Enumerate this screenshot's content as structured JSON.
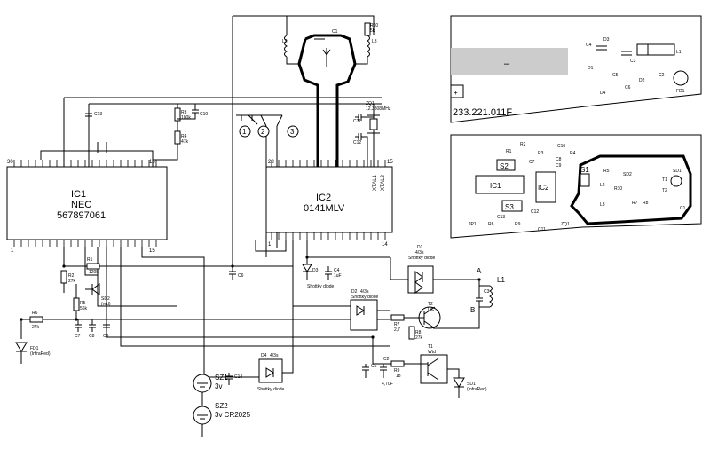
{
  "ic1": {
    "name": "IC1",
    "brand": "NEC",
    "part": "567897061",
    "pins": {
      "p30": "30",
      "p16": "16",
      "p1": "1",
      "p15": "15"
    }
  },
  "ic2": {
    "name": "IC2",
    "part": "0141MLV",
    "pins": {
      "p28": "28",
      "p15": "15",
      "p1": "1",
      "p14": "14"
    },
    "xtal1": "XTAL1",
    "xtal2": "XTAL2"
  },
  "top": {
    "l2": "L2",
    "l3": "L3",
    "c1": "C1",
    "r10": "R10",
    "r10v": "5k"
  },
  "upper": {
    "c13": "C13",
    "r3": "R3",
    "r3v": "100k",
    "c10": "C10",
    "r4": "R4",
    "r4v": "47k",
    "zq1": "ZQ1",
    "zq1v": "12.3808MHz",
    "c11": "C11",
    "c12": "C12"
  },
  "switches": {
    "s1": "1",
    "s2": "2",
    "s3": "3"
  },
  "lower": {
    "r1": "R1",
    "r1v": "120k",
    "r2": "R2",
    "r2v": "27k",
    "r5": "R5",
    "r5v": "56k",
    "sd2": "SD2",
    "sd2v": "(red)",
    "c7": "C7",
    "c8": "C8",
    "c9": "C9",
    "r6": "R6",
    "r6v": "27k",
    "fd1": "FD1",
    "fd1v": "(InfraRed)",
    "c6": "C6",
    "d3": "D3",
    "d3v": "Shottky diode",
    "c4": "C4",
    "c4v": "1uF",
    "d2": "D2",
    "d2v": "4/3s",
    "d2t": "Shottky diode",
    "d1": "D1",
    "d1v": "4/3s",
    "d1t": "Shottky diode",
    "a": "A",
    "b": "B",
    "c3": "C3",
    "l1": "L1",
    "r7": "R7",
    "r7v": "2,7",
    "r8": "R8",
    "r8v": "27k",
    "t2": "T2",
    "t2v": "DC",
    "c5": "C5",
    "c2": "C2",
    "c2v": "4,7uF",
    "r9": "R9",
    "r9v": "18",
    "t1": "T1",
    "t1v": "Wtd",
    "sd1": "SD1",
    "sd1v": "(InfraRed)",
    "d4": "D4",
    "d4v": "4/3s",
    "d4t": "Shottky diode",
    "c14": "C14",
    "sz1": "SZ1",
    "sz1v": "3v",
    "sz2": "SZ2",
    "sz2v": "3v CR2025"
  },
  "pcb_top": {
    "label": "233.221.011F",
    "minus": "–",
    "plus": "+",
    "parts": [
      "C4",
      "D3",
      "C3",
      "L1",
      "D1",
      "C5",
      "C2",
      "D4",
      "C6",
      "D2",
      "FD1"
    ]
  },
  "pcb_bottom": {
    "labels": [
      "R1",
      "R2",
      "C10",
      "R3",
      "C8",
      "C9",
      "R4",
      "C7",
      "S2",
      "IC1",
      "IC2",
      "S1",
      "R5",
      "SD2",
      "SD1",
      "L2",
      "R10",
      "T1",
      "T2",
      "S3",
      "L3",
      "R7",
      "R8",
      "C13",
      "C12",
      "JP1",
      "R6",
      "R9",
      "C11",
      "ZQ1",
      "C1"
    ]
  }
}
